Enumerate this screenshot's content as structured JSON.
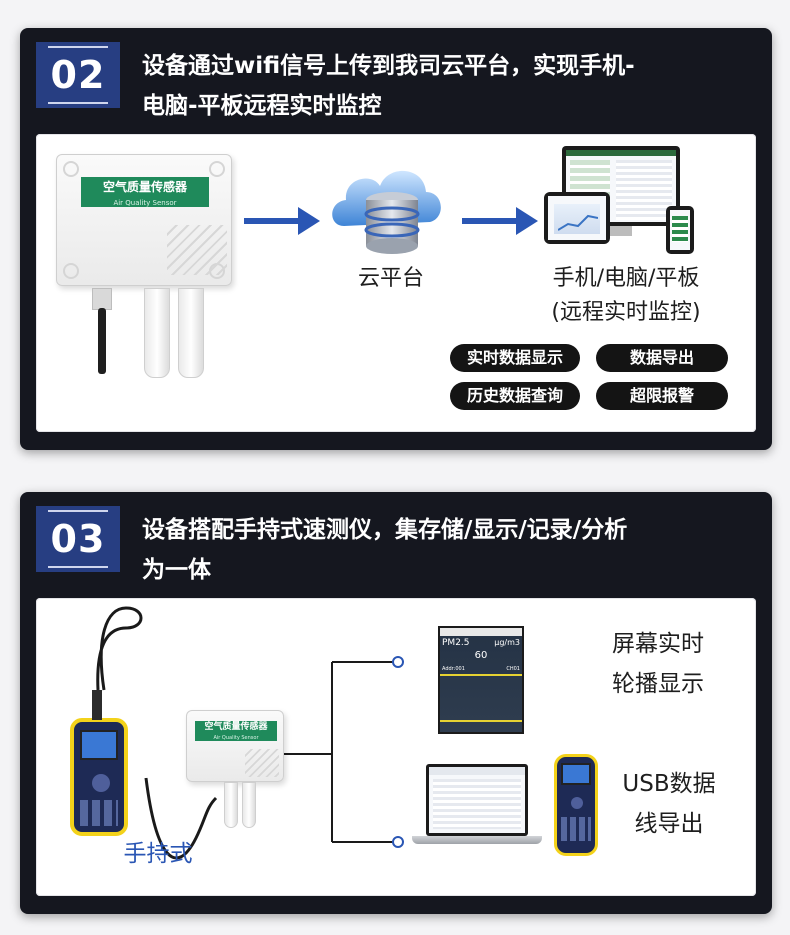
{
  "sections": [
    {
      "number": "02",
      "heading_line1": "设备通过wifi信号上传到我司云平台，实现手机-",
      "heading_line2": "电脑-平板远程实时监控",
      "sensor_label": "空气质量传感器",
      "sensor_sublabel": "Air Quality Sensor",
      "cloud_caption": "云平台",
      "devices_caption_line1": "手机/电脑/平板",
      "devices_caption_line2": "(远程实时监控)",
      "features": [
        "实时数据显示",
        "数据导出",
        "历史数据查询",
        "超限报警"
      ]
    },
    {
      "number": "03",
      "heading_line1": "设备搭配手持式速测仪，集存储/显示/记录/分析",
      "heading_line2": "为一体",
      "handheld_caption": "手持式",
      "sensor_label": "空气质量传感器",
      "sensor_sublabel": "Air Quality Sensor",
      "screen": {
        "metric": "PM2.5",
        "unit": "μg/m3",
        "value": "60",
        "addr": "Addr:001",
        "channel": "CH01"
      },
      "screen_caption_line1": "屏幕实时",
      "screen_caption_line2": "轮播显示",
      "usb_caption_line1": "USB数据",
      "usb_caption_line2": "线导出"
    }
  ],
  "colors": {
    "panel_bg": "#15171f",
    "badge_bg": "#273e82",
    "accent_blue": "#2a56b4",
    "sensor_green": "#1f8a5b",
    "handheld_yellow": "#f3d21a"
  },
  "icons": [
    "cloud-database-icon",
    "arrow-right-icon",
    "laptop-icon",
    "tablet-icon",
    "phone-icon"
  ]
}
